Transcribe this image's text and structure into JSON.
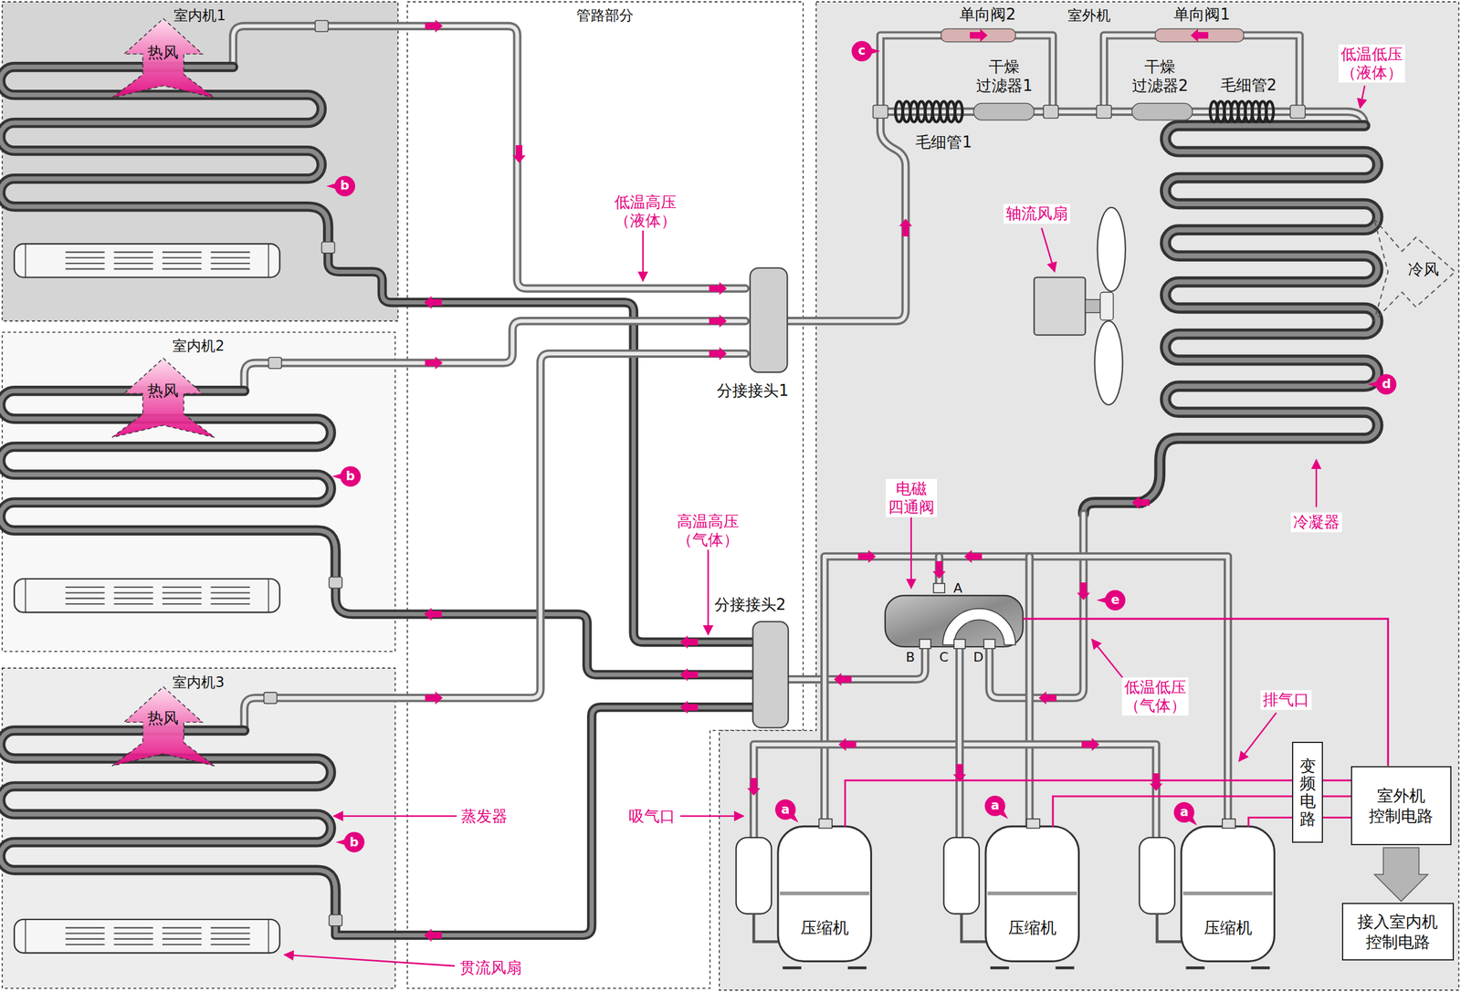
{
  "diagram": {
    "nodes": [
      {
        "text": [
          "室内机1"
        ]
      },
      {
        "text": [
          "室内机2"
        ]
      },
      {
        "text": [
          "室内机3"
        ]
      },
      {
        "text": [
          "管路部分"
        ]
      },
      {
        "text": [
          "室外机"
        ]
      },
      {
        "text": [
          "压缩机"
        ],
        "in": 4
      },
      {
        "text": [
          "压缩机"
        ],
        "in": 4
      },
      {
        "text": [
          "压缩机"
        ],
        "in": 4
      },
      {
        "text": [
          "变频电路"
        ],
        "in": 4
      },
      {
        "text": [
          "室外机 控制电路"
        ],
        "in": 4
      },
      {
        "text": [
          "接入室内机 控制电路"
        ],
        "in": 4
      }
    ],
    "edges": [
      {
        "from": 9,
        "to": 10,
        "arrow": "to"
      },
      {
        "from": 9,
        "to": 5,
        "arrow": "none"
      },
      {
        "from": 9,
        "to": 6,
        "arrow": "none"
      },
      {
        "from": 9,
        "to": 7,
        "arrow": "none"
      }
    ],
    "labels": [
      "热风",
      "b",
      "热风",
      "b",
      "热风",
      "b",
      "蒸发器",
      "贯流风扇",
      "低温高压 （液体）",
      "分接接头1",
      "高温高压 （气体）",
      "分接接头2",
      "吸气口",
      "单向阀2",
      "单向阀1",
      "c",
      "干燥 过滤器1",
      "干燥 过滤器2",
      "毛细管1",
      "毛细管2",
      "低温低压 （液体）",
      "轴流风扇",
      "冷风",
      "d",
      "冷凝器",
      "电磁 四通阀",
      "A",
      "B",
      "C",
      "D",
      "e",
      "低温低压 （气体）",
      "排气口",
      "a",
      "a",
      "a"
    ]
  }
}
